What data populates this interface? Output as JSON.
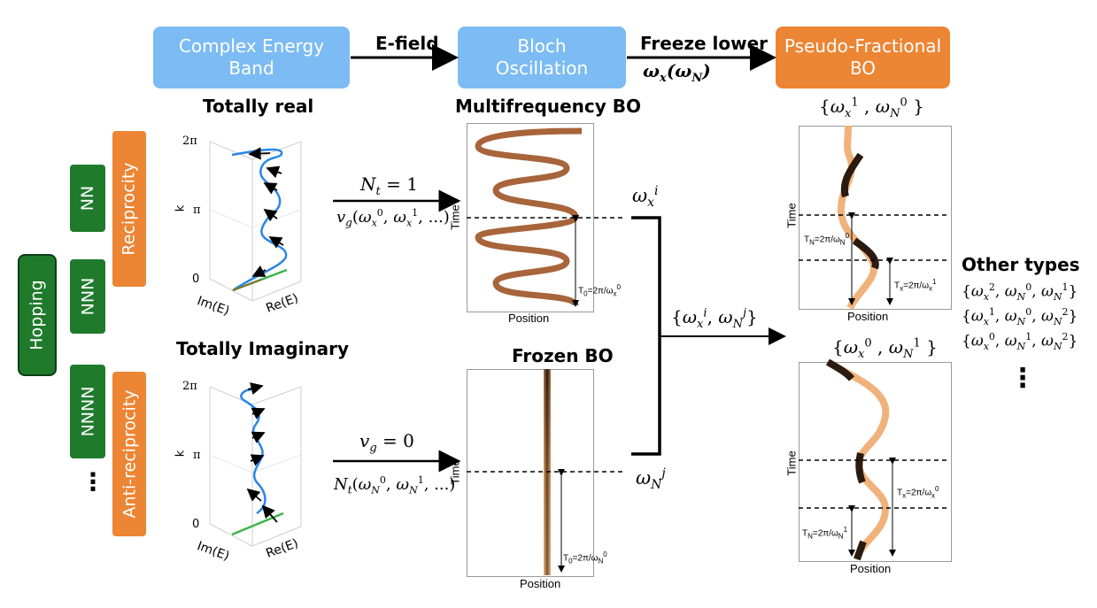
{
  "colors": {
    "blue_box": "#7cbbf3",
    "orange_box": "#ec8534",
    "green_box": "#1f7a2c",
    "curve_blue": "#2a86e6",
    "green_line": "#39b54a",
    "brown_wave": "#a8643a"
  },
  "top_flow": {
    "box1": "Complex Energy Band",
    "arrow1": "E-field",
    "box2": "Bloch Oscillation",
    "arrow2": "Freeze lower",
    "arrow2_sub": "ωx(ωN)",
    "box3": "Pseudo-Fractional BO"
  },
  "left": {
    "hopping": "Hopping",
    "nn": "NN",
    "nnn": "NNN",
    "nnnn": "NNNN",
    "dots": "⋮",
    "reciprocity": "Reciprocity",
    "anti_reciprocity": "Anti-reciprocity"
  },
  "band_top": {
    "title": "Totally real",
    "tick_2pi": "2π",
    "tick_pi": "π",
    "tick_0": "0",
    "axis_k": "k",
    "axis_im": "Im(E)",
    "axis_re": "Re(E)"
  },
  "band_bottom": {
    "title": "Totally Imaginary",
    "tick_2pi": "2π",
    "tick_pi": "π",
    "tick_0": "0",
    "axis_k": "k",
    "axis_im": "Im(E)",
    "axis_re": "Re(E)"
  },
  "mid_arrows": {
    "top_line1": "Nt = 1",
    "top_line2": "vg(ωx0, ωx1, ...)",
    "bottom_line1": "vg = 0",
    "bottom_line2": "Nt(ωN0, ωN1, ...)"
  },
  "bo_top": {
    "title": "Multifrequency BO",
    "ylabel": "Time",
    "xlabel": "Position",
    "period": "T0=2π/ωx0"
  },
  "bo_bottom": {
    "title": "Frozen BO",
    "ylabel": "Time",
    "xlabel": "Position",
    "period": "T0=2π/ωN0"
  },
  "merge": {
    "omega_x": "ωxi",
    "omega_n": "ωNj",
    "combined": "{ωxi, ωNj}"
  },
  "pf_top": {
    "title": "{ωx1 , ωN0 }",
    "ylabel": "Time",
    "xlabel": "Position",
    "tn": "TN=2π/ωN0",
    "tx": "Tx=2π/ωx1"
  },
  "pf_bottom": {
    "title": "{ωx0 , ωN1 }",
    "ylabel": "Time",
    "xlabel": "Position",
    "tn": "TN=2π/ωN1",
    "tx": "Tx=2π/ωx0"
  },
  "other": {
    "title": "Other types",
    "line1": "{ωx2, ωN0, ωN1}",
    "line2": "{ωx1, ωN0, ωN2}",
    "line3": "{ωx0, ωN1, ωN2}",
    "dots": "⋮"
  }
}
